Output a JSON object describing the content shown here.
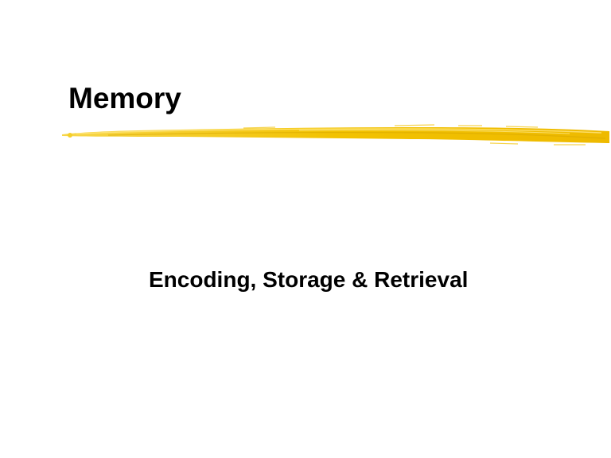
{
  "slide": {
    "title": "Memory",
    "subtitle": "Encoding, Storage & Retrieval",
    "accent_color": "#f2c200",
    "decoration": "yellow-brushstroke-rule"
  }
}
